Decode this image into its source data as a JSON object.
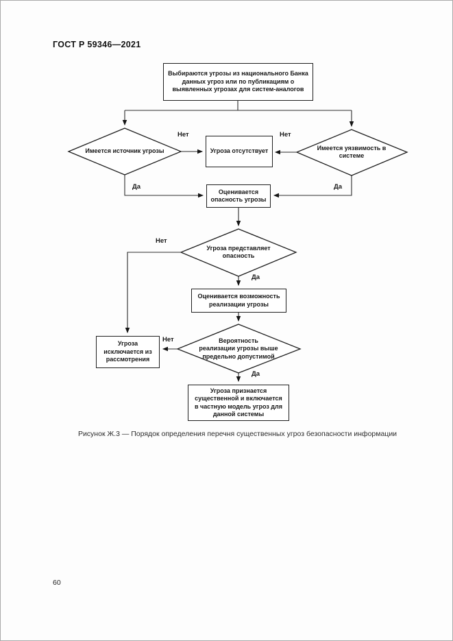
{
  "page": {
    "header": "ГОСТ Р 59346—2021",
    "page_number": "60",
    "caption": "Рисунок Ж.3 — Порядок определения перечня существенных угроз безопасности информации",
    "ink_color": "#1a1a1a",
    "paper_color": "#fdfdfd"
  },
  "flowchart": {
    "nodes": {
      "start": "Выбираются угрозы из национального Банка\nданных угроз или по публикациям о\nвыявленных угрозах для систем-аналогов",
      "source_check": "Имеется источник угрозы",
      "no_threat": "Угроза отсутствует",
      "vulnerability_check": "Имеется уязвимость в\nсистеме",
      "assess_danger": "Оценивается\nопасность угрозы",
      "danger_check": "Угроза представляет\nопасность",
      "assess_feasibility": "Оценивается возможность\nреализации угрозы",
      "probability_check": "Вероятность\nреализации угрозы выше\nпредельно допустимой",
      "excluded": "Угроза\nисключается из\nрассмотрения",
      "accepted": "Угроза признается\nсущественной и включается\nв частную модель угроз для\nданной системы"
    },
    "labels": {
      "yes": "Да",
      "no": "Нет"
    }
  }
}
